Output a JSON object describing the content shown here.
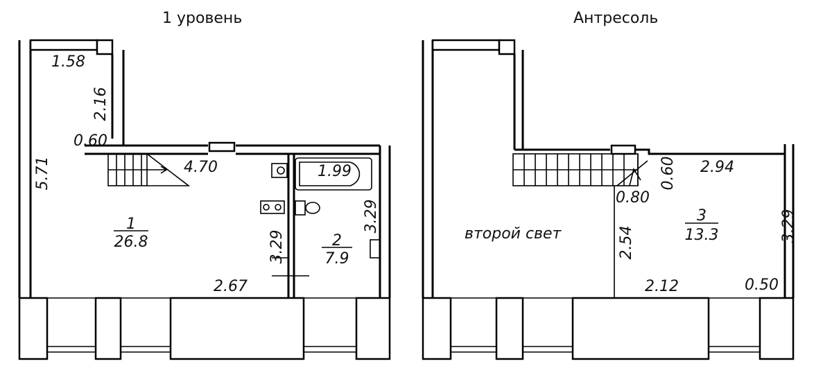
{
  "titles": {
    "left": "1 уровень",
    "right": "Антресоль"
  },
  "left_plan": {
    "dimensions": {
      "d_1_58": "1.58",
      "d_2_16": "2.16",
      "d_0_60": "0.60",
      "d_5_71": "5.71",
      "d_4_70": "4.70",
      "d_1_99": "1.99",
      "d_3_29_bath": "3.29",
      "d_3_29_mid": "3.29",
      "d_2_67": "2.67"
    },
    "rooms": [
      {
        "number": "1",
        "area": "26.8"
      },
      {
        "number": "2",
        "area": "7.9"
      }
    ]
  },
  "right_plan": {
    "dimensions": {
      "d_0_60": "0.60",
      "d_2_94": "2.94",
      "d_0_80": "0.80",
      "d_2_54": "2.54",
      "d_3_29": "3.29",
      "d_2_12": "2.12",
      "d_0_50": "0.50"
    },
    "rooms": [
      {
        "number": "3",
        "area": "13.3"
      }
    ],
    "second_light_label": "второй свет"
  }
}
